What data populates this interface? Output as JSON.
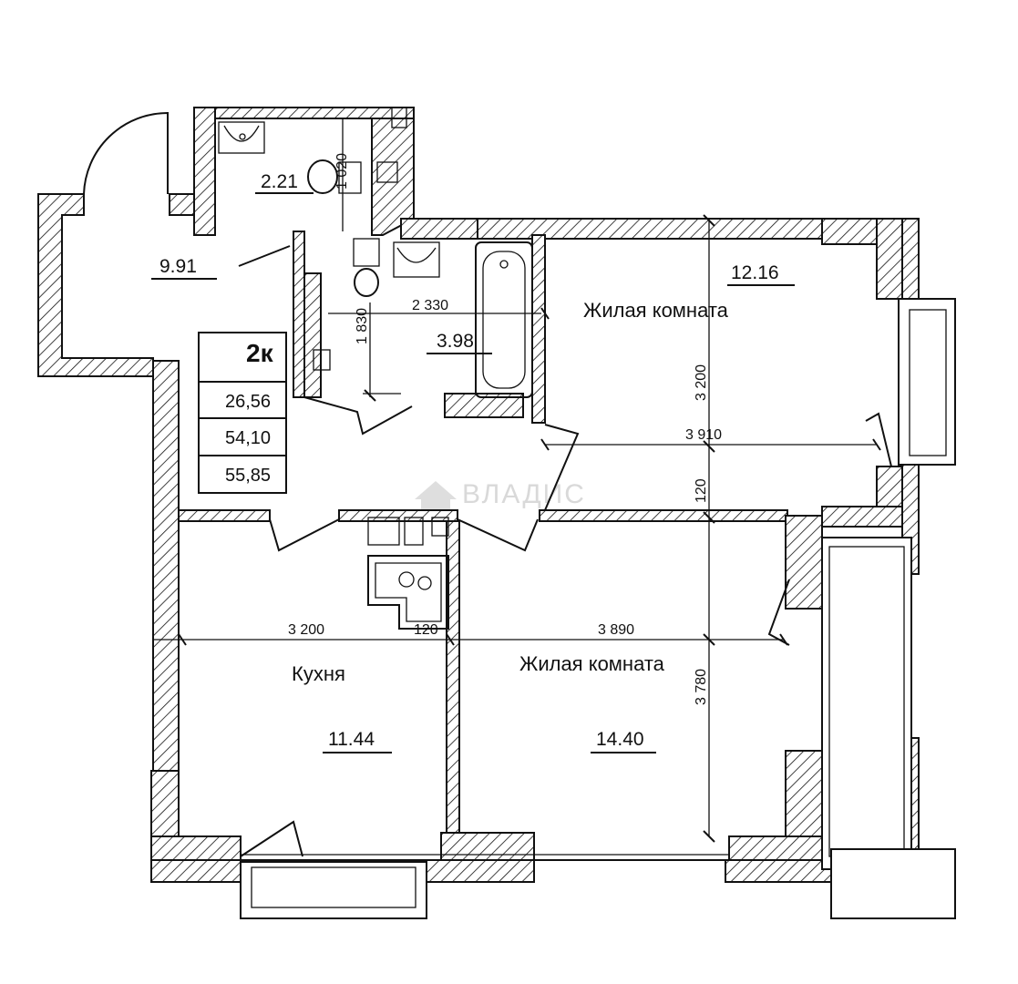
{
  "plan": {
    "watermark": "ВЛАДИС",
    "legend": {
      "type": "2к",
      "values": [
        "26,56",
        "54,10",
        "55,85"
      ]
    },
    "rooms": {
      "balcony_area": "9.91",
      "wc_area": "2.21",
      "bath_area": "3.98",
      "living1_name": "Жилая комната",
      "living1_area": "12.16",
      "kitchen_name": "Кухня",
      "kitchen_area": "11.44",
      "living2_name": "Жилая комната",
      "living2_area": "14.40"
    },
    "dimensions": {
      "bath_width": "2 330",
      "bath_depth": "1 830",
      "wc_height": "1 020",
      "living1_height": "3 200",
      "living1_width": "3 910",
      "wall_gap": "120",
      "kitchen_width": "3 200",
      "kitchen_wall": "120",
      "living2_width": "3 890",
      "living2_height": "3 780"
    }
  }
}
